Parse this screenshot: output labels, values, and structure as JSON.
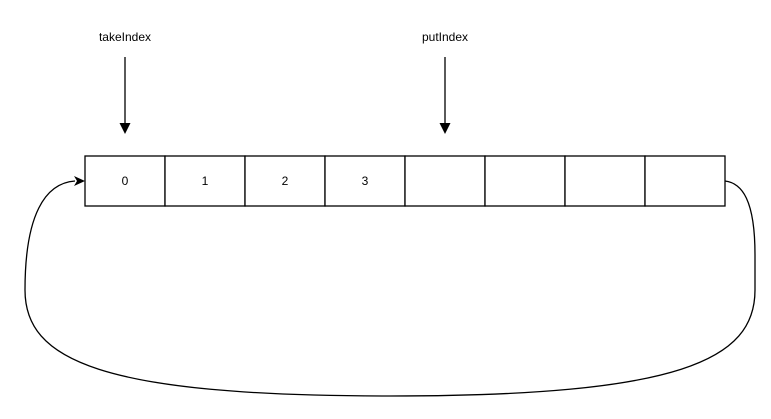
{
  "pointers": {
    "take": {
      "label": "takeIndex",
      "target_cell": 0
    },
    "put": {
      "label": "putIndex",
      "target_cell": 4
    }
  },
  "array": {
    "cells": [
      "0",
      "1",
      "2",
      "3",
      "",
      "",
      "",
      ""
    ]
  },
  "wraparound": {
    "from_cell": 7,
    "to_cell": 0
  },
  "colors": {
    "stroke": "#000000",
    "background": "#ffffff"
  }
}
